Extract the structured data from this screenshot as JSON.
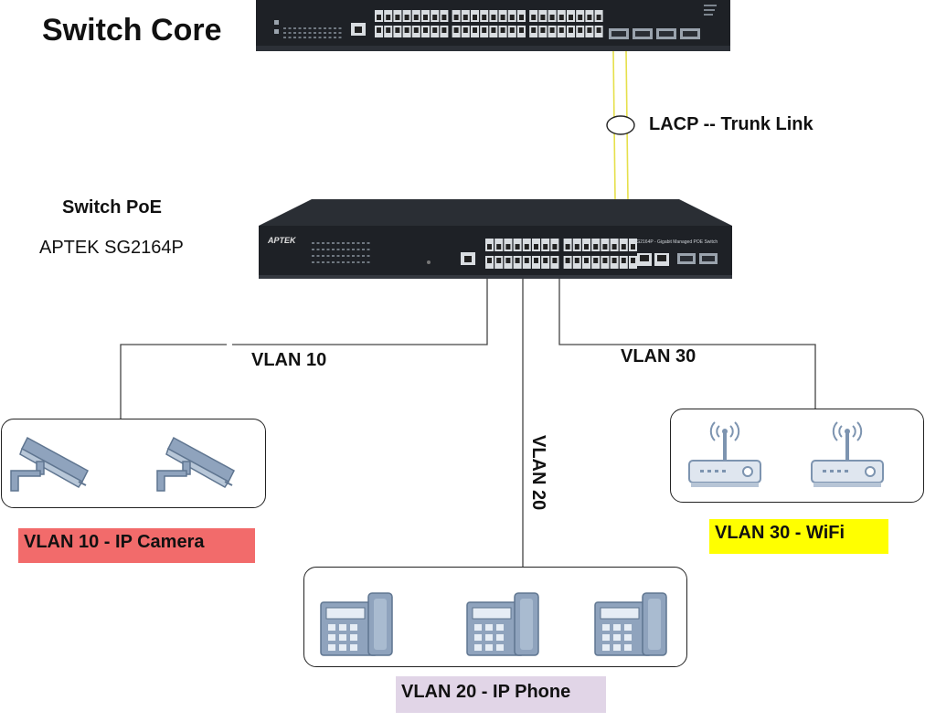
{
  "core_switch": {
    "title": "Switch Core"
  },
  "poe_switch": {
    "title": "Switch PoE",
    "model": "APTEK SG2164P",
    "brand": "APTEK",
    "panel_text": "SG2164P - Gigabit Managed POE Switch"
  },
  "uplink": {
    "label": "LACP -- Trunk Link"
  },
  "vlans": {
    "vlan10": {
      "label": "VLAN 10",
      "legend": "VLAN 10 - IP Camera",
      "color": "#f26b6b"
    },
    "vlan20": {
      "label": "VLAN 20",
      "legend": "VLAN 20 - IP Phone",
      "color": "#e1d5e7"
    },
    "vlan30": {
      "label": "VLAN 30",
      "legend": "VLAN 30 -  WiFi",
      "color": "#ffff00"
    }
  },
  "devices": {
    "cameras": [
      "ip-camera-icon",
      "ip-camera-icon"
    ],
    "phones": [
      "ip-phone-icon",
      "ip-phone-icon",
      "ip-phone-icon"
    ],
    "access_points": [
      "wifi-router-icon",
      "wifi-router-icon"
    ]
  },
  "colors": {
    "trunk": "#e6e04a",
    "device_icon": "#8fa3bd",
    "switch_body": "#1e2126"
  }
}
